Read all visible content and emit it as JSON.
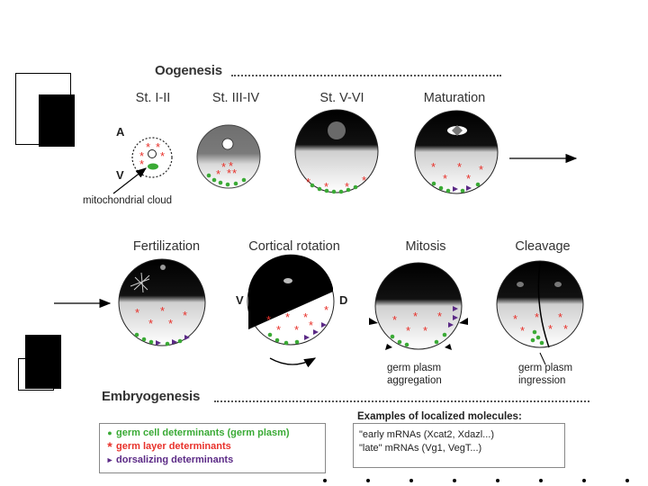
{
  "oogenesis": {
    "heading": "Oogenesis",
    "stages": [
      "St. I-II",
      "St. III-IV",
      "St. V-VI",
      "Maturation"
    ],
    "animal_label": "A",
    "vegetal_label": "V",
    "mitochondrial_label": "mitochondrial cloud"
  },
  "embryogenesis": {
    "heading": "Embryogenesis",
    "stages": [
      "Fertilization",
      "Cortical rotation",
      "Mitosis",
      "Cleavage"
    ],
    "rotation_v_label": "V",
    "rotation_d_label": "D",
    "aggregation_note": [
      "germ plasm",
      "aggregation"
    ],
    "ingression_note": [
      "germ plasm",
      "ingression"
    ]
  },
  "legend": {
    "items": [
      {
        "marker": "●",
        "label": "germ cell determinants (germ plasm)",
        "color": "#3aaa35"
      },
      {
        "marker": "*",
        "label": "germ layer determinants",
        "color": "#e8312a"
      },
      {
        "marker": "▲",
        "label": "dorsalizing determinants",
        "color": "#5b2a86"
      }
    ]
  },
  "examples": {
    "title": "Examples of localized molecules:",
    "rows": [
      "\"early mRNAs (Xcat2, Xdazl...)",
      "\"late\" mRNAs (Vg1, VegT...)"
    ]
  },
  "colors": {
    "germ_plasm": "#3aaa35",
    "germ_layer": "#e8312a",
    "dorsal": "#5b2a86",
    "animal_dark": "#000000"
  }
}
